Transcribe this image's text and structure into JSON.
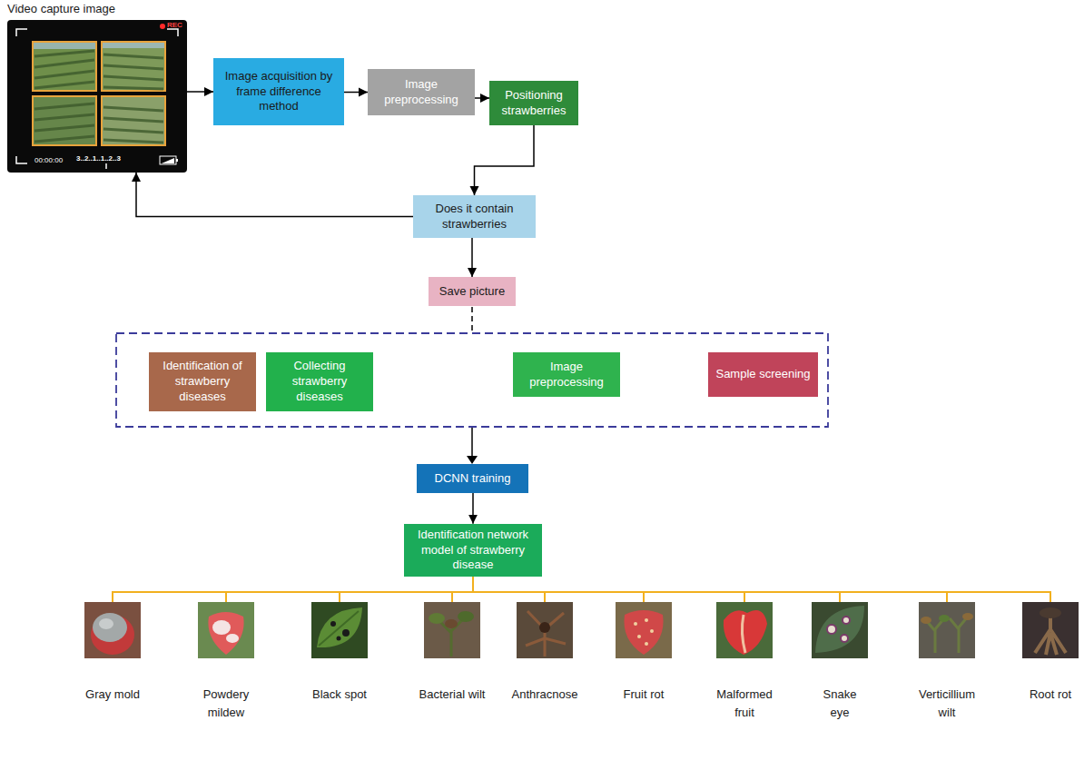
{
  "diagram": {
    "nodes": [
      {
        "text": [
          "Video capture image",
          "REC",
          "00:00:00",
          "3..2..1..1..2..3"
        ]
      },
      {
        "text": [
          "Image acquisition by frame difference method"
        ]
      },
      {
        "text": [
          "Image preprocessing"
        ]
      },
      {
        "text": [
          "Positioning strawberries"
        ]
      },
      {
        "text": [
          "Does it contain strawberries"
        ]
      },
      {
        "text": [
          "Save picture"
        ]
      },
      {
        "text": [
          "Identification of strawberry diseases"
        ]
      },
      {
        "text": [
          "Collecting strawberry diseases"
        ]
      },
      {
        "text": [
          "Image preprocessing"
        ]
      },
      {
        "text": [
          "Sample screening"
        ]
      },
      {
        "text": [
          "DCNN training"
        ]
      },
      {
        "text": [
          "Identification network model of strawberry disease"
        ]
      },
      {
        "text": [
          "Gray mold"
        ]
      },
      {
        "text": [
          "Powdery mildew"
        ]
      },
      {
        "text": [
          "Black spot"
        ]
      },
      {
        "text": [
          "Bacterial wilt"
        ]
      },
      {
        "text": [
          "Anthracnose"
        ]
      },
      {
        "text": [
          "Fruit rot"
        ]
      },
      {
        "text": [
          "Malformed fruit"
        ]
      },
      {
        "text": [
          "Snake eye"
        ]
      },
      {
        "text": [
          "Verticillium wilt"
        ]
      },
      {
        "text": [
          "Root rot"
        ]
      }
    ],
    "edges": [
      {
        "from": 0,
        "to": 1,
        "arrow": "to"
      },
      {
        "from": 1,
        "to": 2,
        "arrow": "to"
      },
      {
        "from": 2,
        "to": 3,
        "arrow": "to"
      },
      {
        "from": 3,
        "to": 4,
        "arrow": "to"
      },
      {
        "from": 4,
        "to": 0,
        "arrow": "to"
      },
      {
        "from": 4,
        "to": 5,
        "arrow": "to"
      },
      {
        "from": 10,
        "to": 11,
        "arrow": "to"
      },
      {
        "from": 11,
        "to": 12,
        "arrow": "none"
      },
      {
        "from": 11,
        "to": 13,
        "arrow": "none"
      },
      {
        "from": 11,
        "to": 14,
        "arrow": "none"
      },
      {
        "from": 11,
        "to": 15,
        "arrow": "none"
      },
      {
        "from": 11,
        "to": 16,
        "arrow": "none"
      },
      {
        "from": 11,
        "to": 17,
        "arrow": "none"
      },
      {
        "from": 11,
        "to": 18,
        "arrow": "none"
      },
      {
        "from": 11,
        "to": 19,
        "arrow": "none"
      },
      {
        "from": 11,
        "to": 20,
        "arrow": "none"
      },
      {
        "from": 11,
        "to": 21,
        "arrow": "none"
      }
    ]
  }
}
